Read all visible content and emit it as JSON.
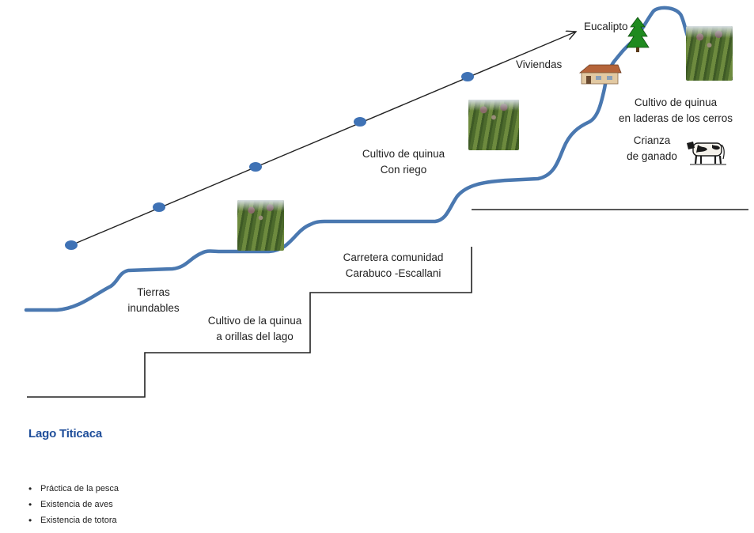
{
  "labels": {
    "eucalipto": "Eucalipto",
    "viviendas": "Viviendas",
    "quinua_laderas_1": "Cultivo de quinua",
    "quinua_laderas_2": "en laderas de los cerros",
    "crianza_1": "Crianza",
    "crianza_2": "de ganado",
    "quinua_riego_1": "Cultivo de quinua",
    "quinua_riego_2": "Con riego",
    "carretera_1": "Carretera comunidad",
    "carretera_2": "Carabuco -Escallani",
    "tierras_1": "Tierras",
    "tierras_2": "inundables",
    "orillas_1": "Cultivo de la quinua",
    "orillas_2": "a orillas del lago"
  },
  "icons": {
    "tree": "tree-icon",
    "house": "house-icon",
    "cow": "cow-icon",
    "arrow": "arrow-icon"
  },
  "colors": {
    "profile_line": "#4a78b0",
    "axis_dots": "#3f72b5",
    "tree_green": "#1f8a1f",
    "lake_title": "#1f4e9a"
  },
  "lake": {
    "title": "Lago Titicaca",
    "items": [
      "Práctica de la pesca",
      "Existencia de aves",
      "Existencia de totora"
    ]
  }
}
